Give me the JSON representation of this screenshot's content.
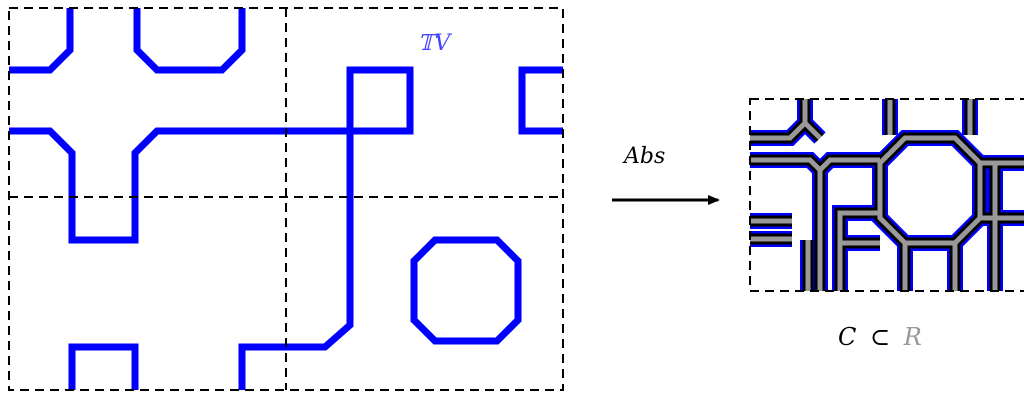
{
  "labels": {
    "torus": "𝕋V",
    "arrow": "Abs",
    "subset_c": "C",
    "subset_sym": "⊂",
    "subset_r": "R"
  },
  "colors": {
    "curve": "#0000ff",
    "frame": "#000000",
    "region": "#999999",
    "arrow": "#000000"
  }
}
